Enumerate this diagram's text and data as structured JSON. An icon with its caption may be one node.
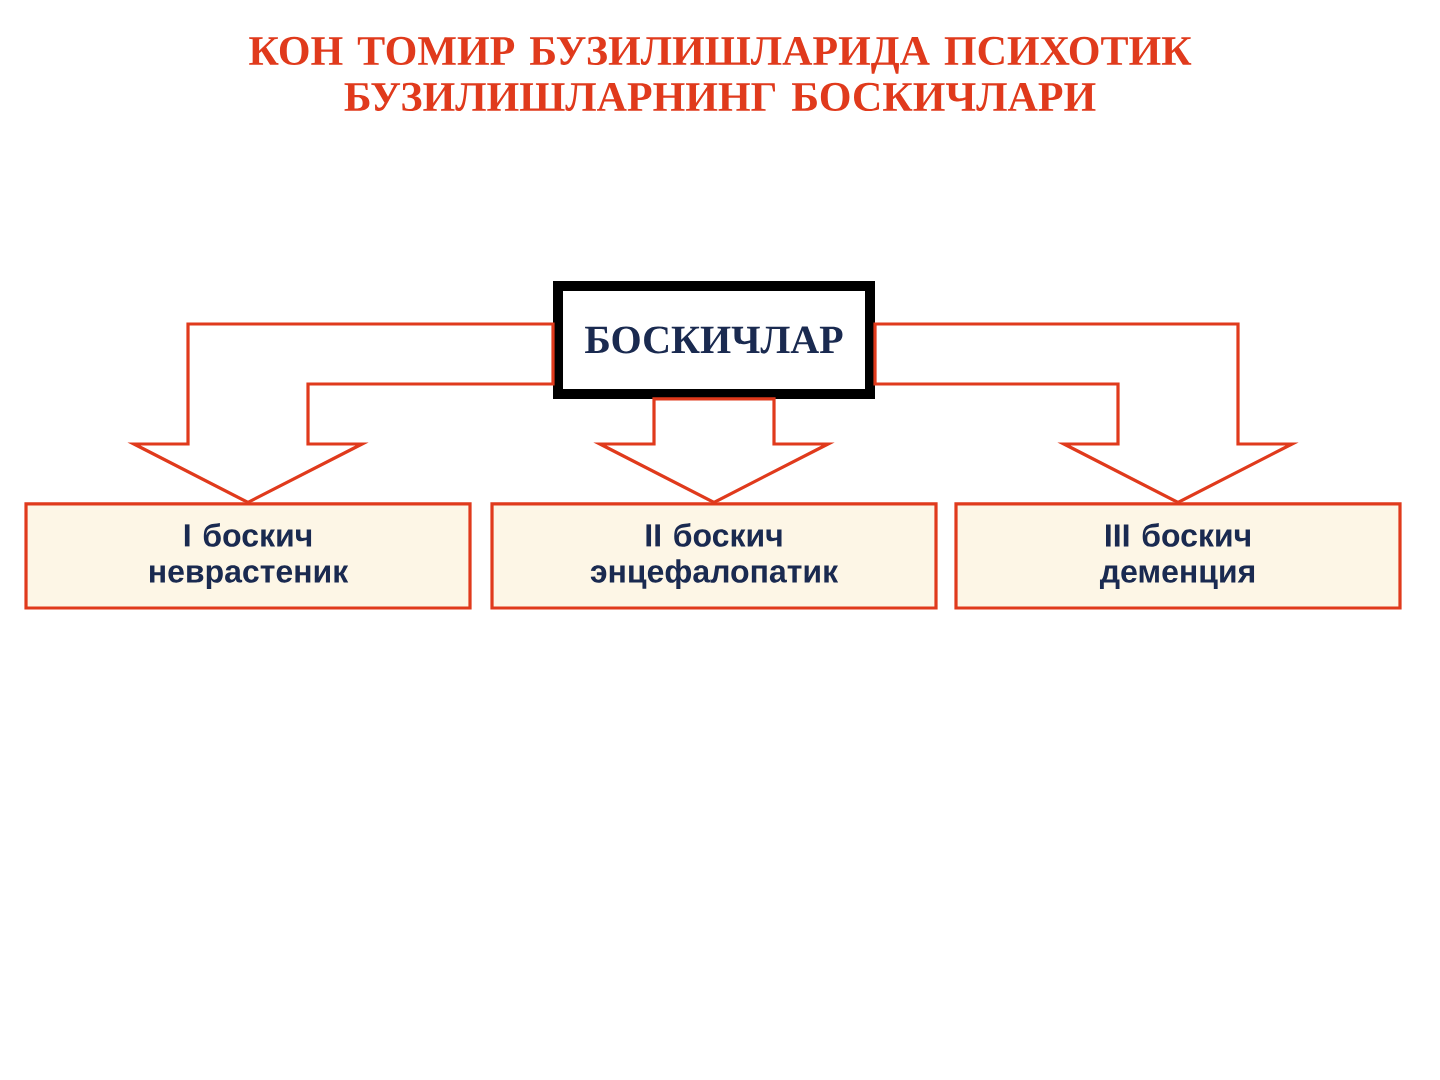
{
  "diagram": {
    "title": "КОН ТОМИР БУЗИЛИШЛАРИДА ПСИХОТИК БУЗИЛИШЛАРНИНГ БОСКИЧЛАРИ",
    "nodes": [
      {
        "text": [
          "БОСКИЧЛАР"
        ]
      },
      {
        "text": [
          "I боскич неврастеник"
        ]
      },
      {
        "text": [
          "II боскич энцефалопатик"
        ]
      },
      {
        "text": [
          "III боскич деменция"
        ]
      }
    ],
    "edges": [
      {
        "from": 0,
        "to": 1,
        "arrow": "to"
      },
      {
        "from": 0,
        "to": 2,
        "arrow": "to"
      },
      {
        "from": 0,
        "to": 3,
        "arrow": "to"
      }
    ]
  }
}
